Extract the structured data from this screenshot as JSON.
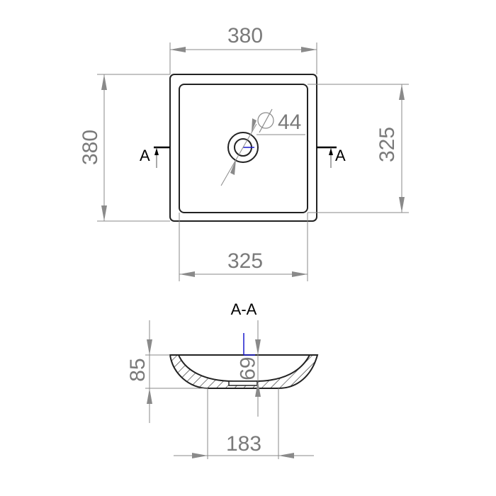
{
  "plan_view": {
    "width_top": "380",
    "height_left": "380",
    "inner_height_right": "325",
    "inner_width_bottom": "325",
    "drain_diameter": "44",
    "section_marker_left": "A",
    "section_marker_right": "A"
  },
  "section_view": {
    "title": "A-A",
    "total_height": "85",
    "basin_depth": "69",
    "base_width": "183"
  },
  "colors": {
    "dimension": "#8a8a8a",
    "outline": "#222222",
    "axis": "#1a1acc"
  }
}
